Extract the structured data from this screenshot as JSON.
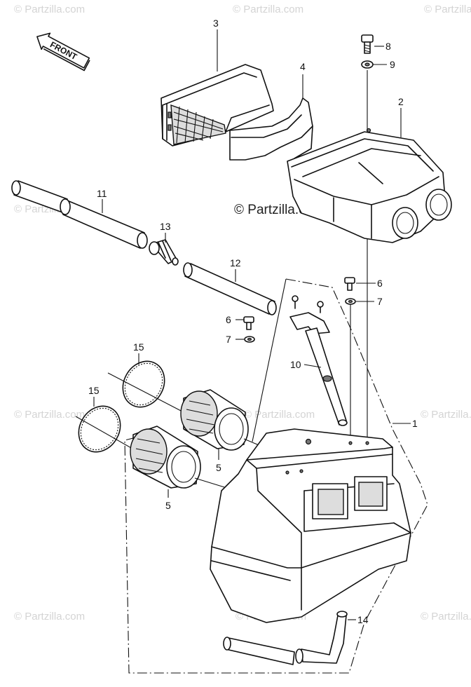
{
  "watermarks": {
    "text": "© Partzilla.com",
    "center_text": "© Partzilla.com"
  },
  "front_label": "FRONT",
  "callouts": {
    "c1": "1",
    "c2": "2",
    "c3": "3",
    "c4": "4",
    "c5a": "5",
    "c5b": "5",
    "c6a": "6",
    "c6b": "6",
    "c7a": "7",
    "c7b": "7",
    "c8": "8",
    "c9": "9",
    "c10": "10",
    "c11": "11",
    "c12": "12",
    "c13": "13",
    "c14": "14",
    "c15a": "15",
    "c15b": "15"
  }
}
